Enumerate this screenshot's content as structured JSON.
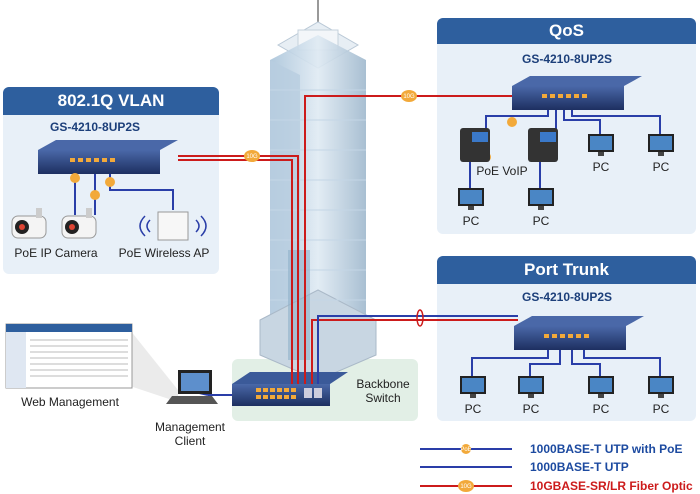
{
  "vlan": {
    "title": "802.1Q VLAN",
    "model": "GS-4210-8UP2S",
    "camera_label": "PoE IP Camera",
    "ap_label": "PoE Wireless AP"
  },
  "qos": {
    "title": "QoS",
    "model": "GS-4210-8UP2S",
    "voip_label": "PoE VoIP",
    "pc_labels": [
      "PC",
      "PC",
      "PC",
      "PC"
    ]
  },
  "trunk": {
    "title": "Port Trunk",
    "model": "GS-4210-8UP2S",
    "pc_labels": [
      "PC",
      "PC",
      "PC",
      "PC"
    ]
  },
  "backbone": {
    "label_line1": "Backbone",
    "label_line2": "Switch"
  },
  "management": {
    "web_label": "Web Management",
    "client_line1": "Management",
    "client_line2": "Client"
  },
  "badges": {
    "poe": "PoE",
    "tenG": "10G"
  },
  "legend": [
    {
      "text": "1000BASE-T UTP with PoE",
      "color": "#2a3ea8"
    },
    {
      "text": "1000BASE-T UTP",
      "color": "#2a3ea8"
    },
    {
      "text": "10GBASE-SR/LR Fiber Optic",
      "color": "#cc1b1b"
    }
  ]
}
